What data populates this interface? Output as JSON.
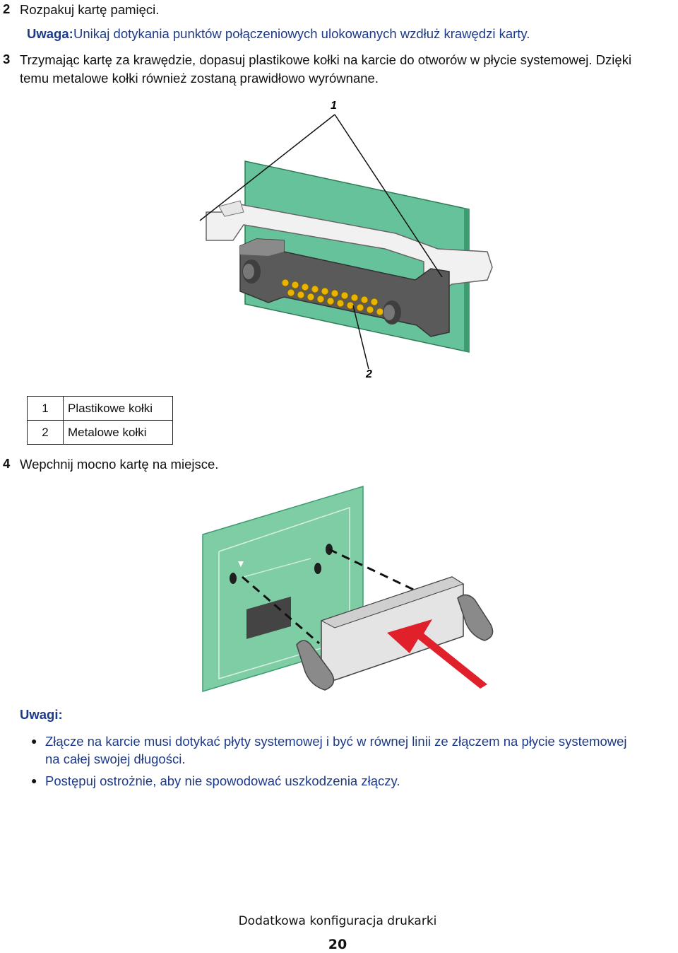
{
  "steps": {
    "s2": {
      "num": "2",
      "text": "Rozpakuj kartę pamięci."
    },
    "note1": {
      "label": "Uwaga:",
      "text": " Unikaj dotykania punktów połączeniowych ulokowanych wzdłuż krawędzi karty."
    },
    "s3": {
      "num": "3",
      "line1": "Trzymając kartę za krawędzie, dopasuj plastikowe kołki na karcie do otworów w płycie systemowej. Dzięki",
      "line2": "temu metalowe kołki również zostaną prawidłowo wyrównane."
    },
    "s4": {
      "num": "4",
      "text": "Wepchnij mocno kartę na miejsce."
    }
  },
  "figure1": {
    "callout1": "1",
    "callout2": "2"
  },
  "legend": [
    {
      "num": "1",
      "label": "Plastikowe kołki"
    },
    {
      "num": "2",
      "label": "Metalowe kołki"
    }
  ],
  "notes": {
    "heading": "Uwagi:",
    "items": [
      {
        "line1": "Złącze na karcie musi dotykać płyty systemowej i być w równej linii ze złączem na płycie systemowej",
        "line2": "na całej swojej długości."
      },
      {
        "line1": "Postępuj ostrożnie, aby nie spowodować uszkodzenia złączy."
      }
    ]
  },
  "footer": {
    "title": "Dodatkowa konfiguracja drukarki",
    "page": "20"
  },
  "colors": {
    "board": "#66c29a",
    "board_dark": "#3e9c72",
    "connector": "#5a5a5a",
    "pins": "#e8b400",
    "note": "#1d3a8a",
    "arrow": "#e0202a"
  }
}
